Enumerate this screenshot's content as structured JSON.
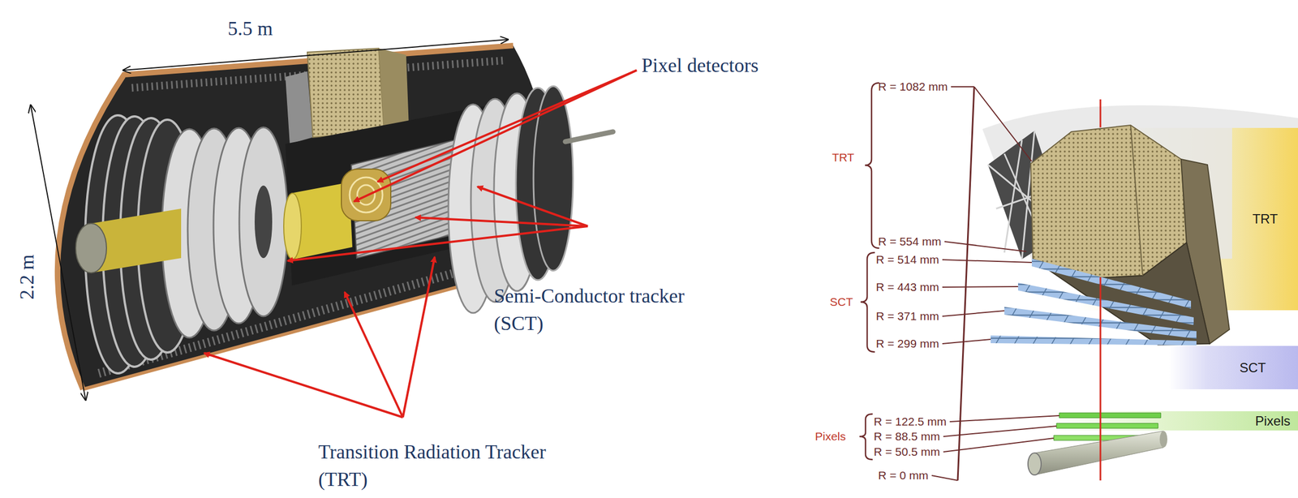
{
  "diagram": {
    "nodes": [
      {
        "text": [
          "TRT"
        ]
      },
      {
        "text": [
          "SCT"
        ]
      },
      {
        "text": [
          "Pixels"
        ]
      }
    ],
    "labels": [
      "5.5 m",
      "2.2 m",
      "Pixel detectors",
      "Semi-Conductor tracker (SCT)",
      "Transition Radiation Tracker (TRT)",
      "R = 1082 mm",
      "TRT",
      "R = 554 mm",
      "R = 514 mm",
      "R = 443 mm",
      "R = 371 mm",
      "R = 299 mm",
      "SCT",
      "R = 122.5 mm",
      "R = 88.5 mm",
      "R = 50.5 mm",
      "Pixels",
      "R = 0 mm"
    ]
  }
}
